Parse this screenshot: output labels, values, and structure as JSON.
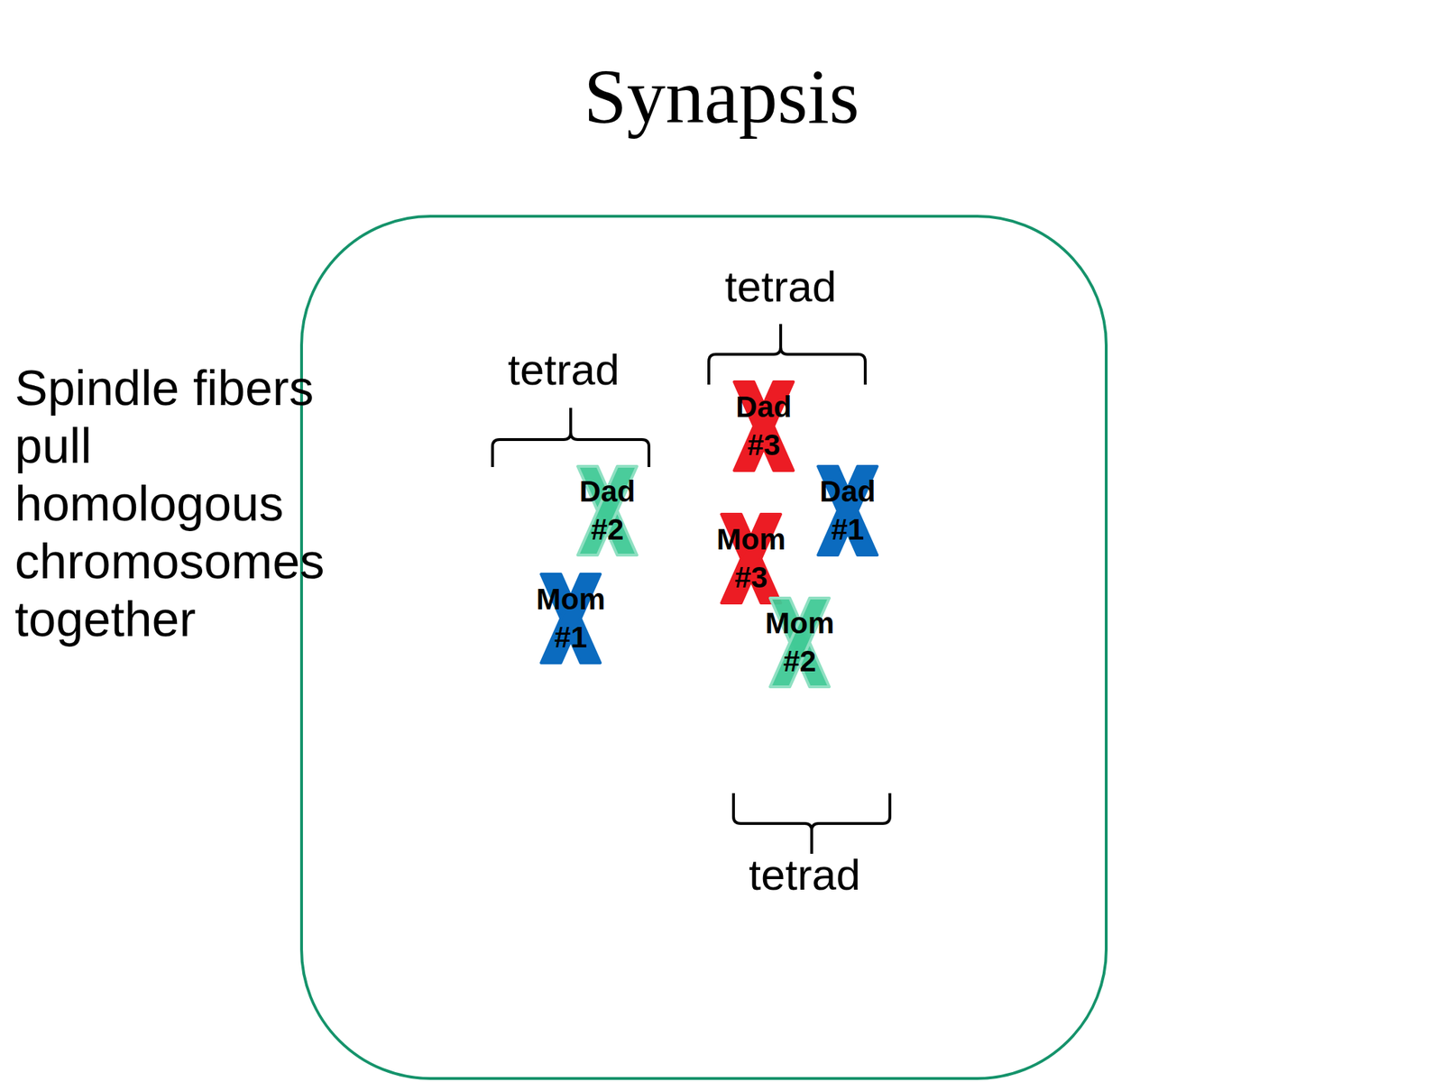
{
  "diagram": {
    "title": "Synapsis",
    "nodes": [
      {
        "text": [
          "Dad #3"
        ]
      },
      {
        "text": [
          "Dad #2"
        ]
      },
      {
        "text": [
          "Dad #1"
        ]
      },
      {
        "text": [
          "Mom #3"
        ]
      },
      {
        "text": [
          "Mom #1"
        ]
      },
      {
        "text": [
          "Mom #2"
        ]
      }
    ],
    "labels": [
      "tetrad",
      "tetrad",
      "Spindle fibers pull homologous chromosomes together",
      "tetrad"
    ]
  }
}
